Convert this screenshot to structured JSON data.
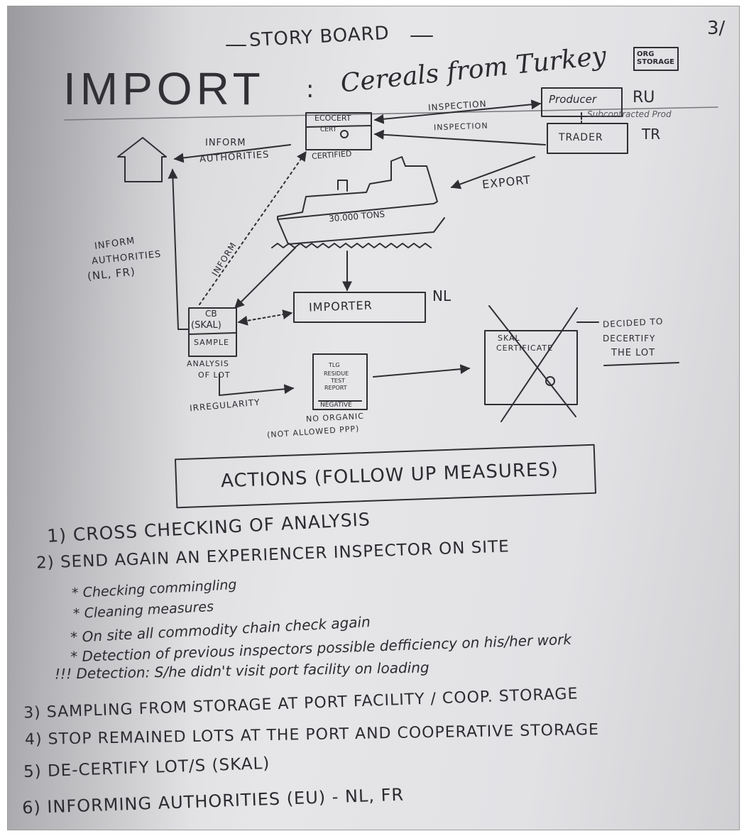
{
  "page_number": "3/",
  "header": {
    "storyboard": "STORY BOARD",
    "title_import": "IMPORT",
    "title_colon": ":",
    "title_subject": "Cereals from Turkey",
    "stamp": "ORG STORAGE"
  },
  "diagram": {
    "ecocert": "ECOCERT",
    "ecocert_sub": "CERT",
    "certified": "CERTIFIED",
    "producer": "Producer",
    "ru": "RU",
    "subcontracted": "Subcontracted Prod",
    "trader": "TRADER",
    "tr": "TR",
    "inspection_1": "INSPECTION",
    "inspection_2": "INSPECTION",
    "inform_authorities_top_1": "INFORM",
    "inform_authorities_top_2": "AUTHORITIES",
    "export": "EXPORT",
    "ship_tons": "30.000 TONS",
    "inform_left_1": "INFORM",
    "inform_left_2": "AUTHORITIES",
    "inform_left_3": "(NL, FR)",
    "inform_diag": "INFORM",
    "cb": "CB",
    "skal": "(SKAL)",
    "sample": "SAMPLE",
    "analyses_1": "ANALYSIS",
    "analyses_2": "OF LOT",
    "importer": "IMPORTER",
    "nl": "NL",
    "irregularity": "IRREGULARITY",
    "report_1": "TLG",
    "report_2": "RESIDUE",
    "report_3": "TEST",
    "report_4": "REPORT",
    "report_neg": "NEGATIVE",
    "no_organic": "NO ORGANIC",
    "not_allowed": "(NOT ALLOWED PPP)",
    "skal_cert_1": "SKAL",
    "skal_cert_2": "CERTIFICATE",
    "decided_1": "DECIDED TO",
    "decided_2": "DECERTIFY",
    "decided_3": "THE LOT"
  },
  "actions": {
    "title": "ACTIONS (FOLLOW UP MEASURES)",
    "items": [
      "1) CROSS CHECKING OF ANALYSIS",
      "2) SEND AGAIN AN EXPERIENCER INSPECTOR ON SITE",
      "* Checking commingling",
      "* Cleaning measures",
      "* On site all commodity chain check again",
      "* Detection of previous inspectors possible defficiency on his/her work",
      "!!! Detection: S/he didn't visit port facility on loading",
      "3) SAMPLING FROM STORAGE AT PORT FACILITY / COOP. STORAGE",
      "4) STOP REMAINED LOTS AT THE PORT AND COOPERATIVE STORAGE",
      "5) DE-CERTIFY LOT/S (SKAL)",
      "6) INFORMING AUTHORITIES (EU) - NL, FR"
    ]
  },
  "colors": {
    "paper": "#e4e4e6",
    "ink": "#2b2b30"
  }
}
